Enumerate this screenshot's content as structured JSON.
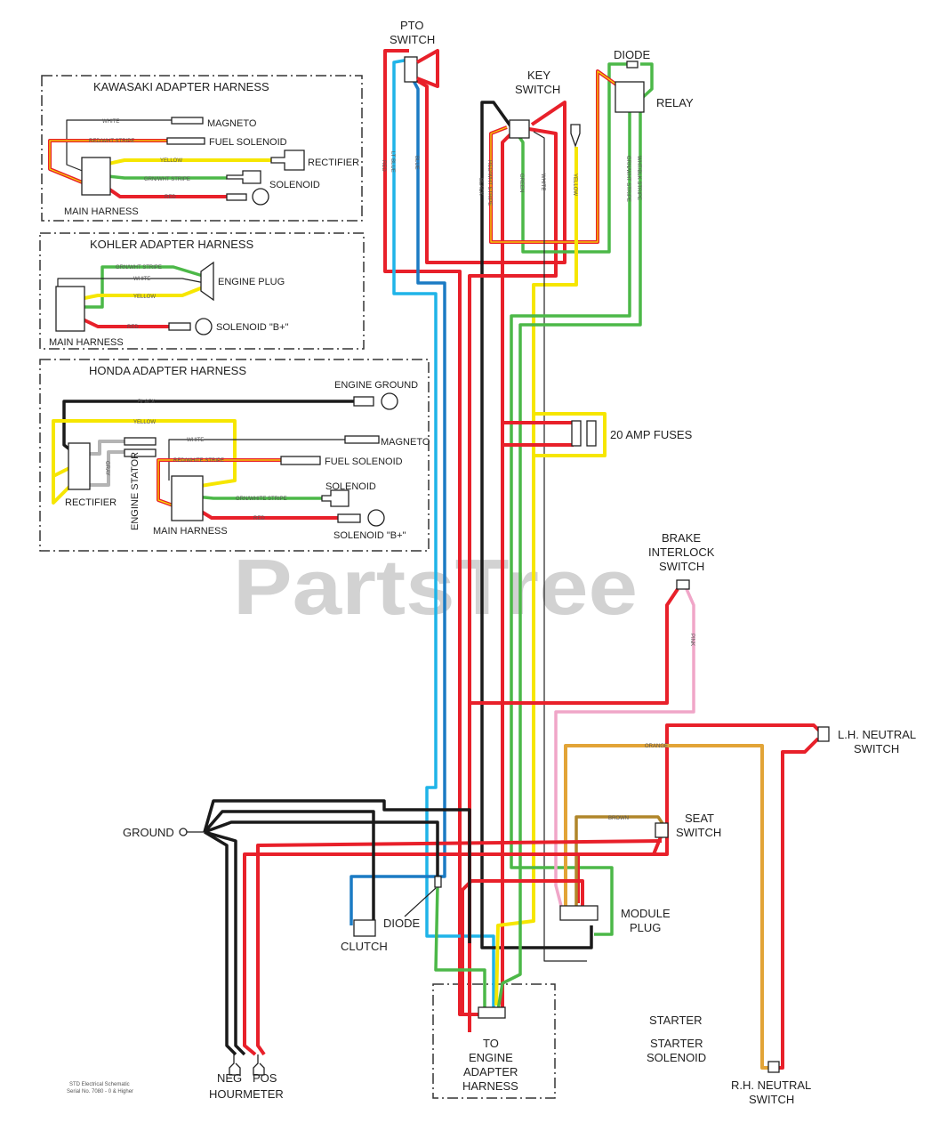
{
  "watermark": "PartsTree",
  "kawasaki": {
    "title": "KAWASAKI ADAPTER HARNESS",
    "magneto": "MAGNETO",
    "fuel_solenoid": "FUEL SOLENOID",
    "rectifier": "RECTIFIER",
    "solenoid": "SOLENOID",
    "main_harness": "MAIN HARNESS",
    "wires": {
      "white": "WHITE",
      "red_white": "RED/WHT STRIPE",
      "yellow": "YELLOW",
      "green_white": "GRN/WHT STRIPE",
      "red": "RED"
    }
  },
  "kohler": {
    "title": "KOHLER ADAPTER HARNESS",
    "engine_plug": "ENGINE PLUG",
    "solenoid_b": "SOLENOID \"B+\"",
    "main_harness": "MAIN HARNESS",
    "wires": {
      "green_white": "GRN/WHT STRIPE",
      "white": "WHITE",
      "yellow": "YELLOW",
      "red": "RED"
    }
  },
  "honda": {
    "title": "HONDA ADAPTER HARNESS",
    "engine_ground": "ENGINE GROUND",
    "magneto": "MAGNETO",
    "fuel_solenoid": "FUEL SOLENOID",
    "solenoid": "SOLENOID",
    "solenoid_b": "SOLENOID \"B+\"",
    "rectifier": "RECTIFIER",
    "engine_stator": "ENGINE STATOR",
    "main_harness": "MAIN HARNESS",
    "wires": {
      "black": "BLACK",
      "yellow": "YELLOW",
      "white": "WHITE",
      "red_white": "RED/WHITE STRIPE",
      "gray": "GRAY",
      "green_white": "GRN/WHITE STRIPE",
      "red": "RED"
    }
  },
  "components": {
    "pto_switch": [
      "PTO",
      "SWITCH"
    ],
    "key_switch": [
      "KEY",
      "SWITCH"
    ],
    "diode_top": "DIODE",
    "relay": "RELAY",
    "fuses": "20 AMP FUSES",
    "brake": [
      "BRAKE",
      "INTERLOCK",
      "SWITCH"
    ],
    "lh_neutral": [
      "L.H. NEUTRAL",
      "SWITCH"
    ],
    "seat": [
      "SEAT",
      "SWITCH"
    ],
    "module_plug": [
      "MODULE",
      "PLUG"
    ],
    "ground": "GROUND",
    "clutch": "CLUTCH",
    "diode_bottom": "DIODE",
    "engine_adapter": [
      "TO",
      "ENGINE",
      "ADAPTER",
      "HARNESS"
    ],
    "starter": "STARTER",
    "starter_solenoid": [
      "STARTER",
      "SOLENOID"
    ],
    "rh_neutral": [
      "R.H. NEUTRAL",
      "SWITCH"
    ],
    "hourmeter": {
      "neg": "NEG",
      "pos": "POS",
      "label": "HOURMETER"
    }
  },
  "wire_labels": {
    "red": "RED",
    "lt_blue": "LT BLUE",
    "blue": "BLUE",
    "black": "BLACK",
    "red_white": "RED/WHT STRIPE",
    "green": "GREEN",
    "white": "WHITE",
    "yellow": "YELLOW",
    "orange": "ORANGE",
    "brown": "BROWN",
    "pink": "PINK",
    "grn_wht": "GRN/WHT STRIPE",
    "wht_blk": "WHT/BLK STRIPE"
  },
  "footer": [
    "STD Electrical Schematic",
    "Serial No. 7080 - 0 & Higher"
  ]
}
